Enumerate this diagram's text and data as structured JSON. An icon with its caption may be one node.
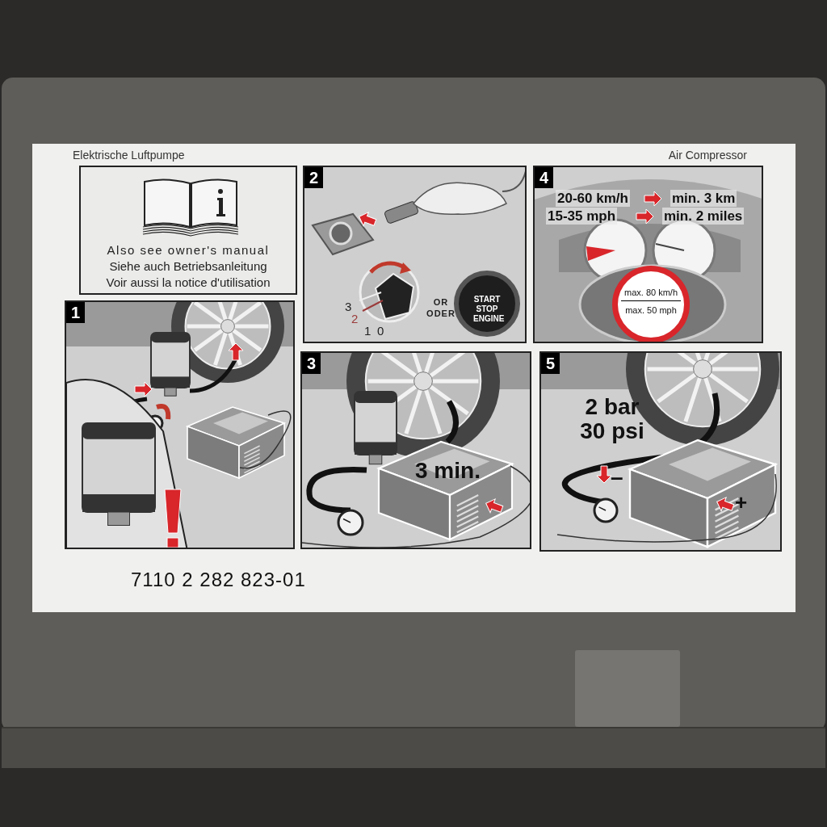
{
  "diagram": {
    "nodes": [
      {
        "text": [
          "Also see owner's manual",
          "Siehe auch Betriebsanleitung",
          "Voir aussi la notice d'utilisation"
        ]
      },
      {
        "text": [
          "2",
          "3",
          "2",
          "1",
          "0",
          "OR ODER"
        ]
      },
      {
        "text": [
          "START STOP ENGINE"
        ],
        "in": 1
      },
      {
        "text": [
          "4",
          "20-60 km/h",
          "min. 3 km",
          "15-35 mph",
          "min. 2 miles"
        ]
      },
      {
        "text": [
          "max. 80 km/h",
          "max. 50 mph"
        ],
        "in": 3
      },
      {
        "text": [
          "1"
        ]
      },
      {
        "text": [
          "3",
          "3 min."
        ]
      },
      {
        "text": [
          "5",
          "2 bar 30 psi",
          "–",
          "+"
        ]
      }
    ],
    "labels": [
      "Elektrische Luftpumpe",
      "Air Compressor",
      "7110 2 282 823-01"
    ]
  }
}
